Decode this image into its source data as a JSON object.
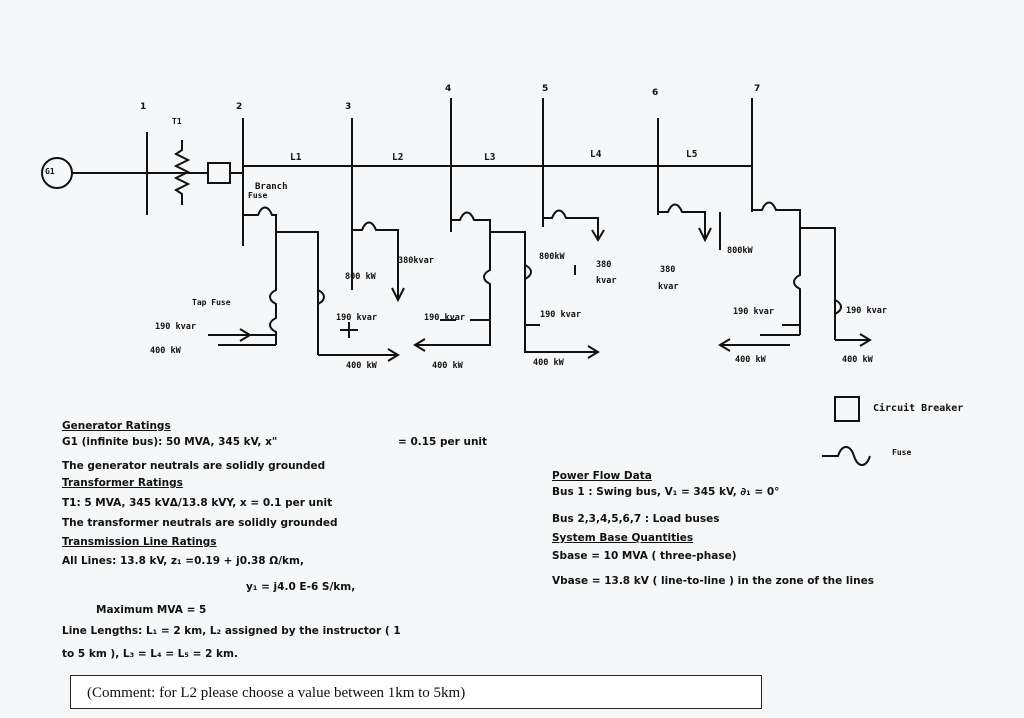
{
  "buses": [
    "1",
    "2",
    "3",
    "4",
    "5",
    "6",
    "7"
  ],
  "generator": "G1",
  "transformer": "T1",
  "lines": [
    "L1",
    "L2",
    "L3",
    "L4",
    "L5"
  ],
  "branch_fuse": [
    "Branch",
    "Fuse"
  ],
  "tap_fuse": "Tap Fuse",
  "loads": {
    "kvar_380_b3": "380kvar",
    "kw_800_b3": "800 kW",
    "kw_800_b5": "800kW",
    "kvar_380_b5_a": "380",
    "kvar_380_b5_b": "kvar",
    "kvar_380_b6_a": "380",
    "kvar_380_b6_b": "kvar",
    "kw_800_b7": "800kW",
    "kvar_190_tap": "190 kvar",
    "kw_400_tap": "400 kW",
    "kvar_190_b3": "190 kvar",
    "kw_400_b3": "400 kW",
    "kvar_190_b4": "190 kvar",
    "kw_400_b4": "400 kW",
    "kvar_190_b5": "190 kvar",
    "kw_400_b5": "400 kW",
    "kvar_190_b6": "190 kvar",
    "kw_400_b6": "400 kW",
    "kvar_190_b7": "190 kvar",
    "kw_400_b7": "400 kW"
  },
  "legend": {
    "circuit_breaker": "Circuit Breaker",
    "fuse": "Fuse"
  },
  "left_notes": {
    "gen_heading": "Generator Ratings",
    "g1": "G1 (infinite bus): 50 MVA, 345 kV, x\"",
    "g1_val": "= 0.15 per unit",
    "gen_neutral": "The generator neutrals are solidly grounded",
    "tr_heading": "Transformer Ratings",
    "t1": "T1: 5 MVA, 345 kVΔ/13.8 kVY, x = 0.1 per unit",
    "tr_neutral": "The transformer neutrals are solidly grounded",
    "tl_heading": "Transmission Line Ratings",
    "lines_z": "All Lines: 13.8 kV, z₁ =0.19 + j0.38 Ω/km,",
    "lines_y": "y₁ = j4.0 E-6 S/km,",
    "max_mva": "Maximum MVA = 5",
    "lengths_1": "Line Lengths: L₁ = 2 km, L₂ assigned by the instructor ( 1",
    "lengths_2": "to 5 km ), L₃ = L₄ = L₅ = 2 km."
  },
  "right_notes": {
    "pf_heading": "Power Flow Data",
    "bus1": "Bus 1 : Swing bus, V₁ = 345 kV, ∂₁ = 0°",
    "load_buses": "Bus 2,3,4,5,6,7 : Load buses",
    "base_heading": "System Base Quantities",
    "sbase": "Sbase = 10 MVA ( three-phase)",
    "vbase": "Vbase = 13.8 kV ( line-to-line ) in the zone of the lines"
  },
  "comment": "(Comment: for L2 please choose a value between 1km to 5km)"
}
